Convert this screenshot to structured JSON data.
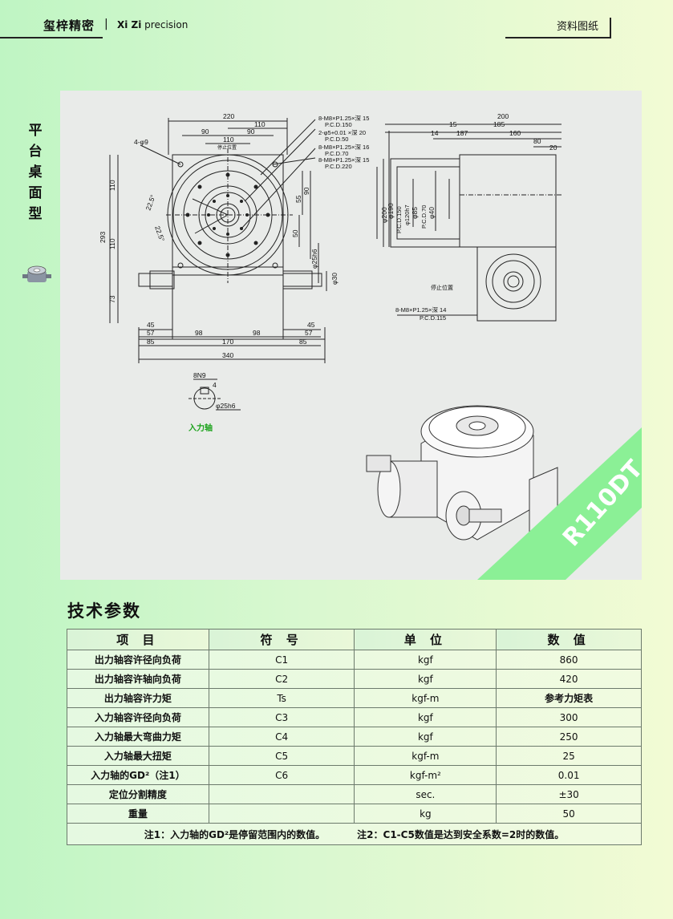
{
  "header": {
    "brand_cn": "玺梓精密",
    "brand_en_a": "Xi Zi",
    "brand_en_b": " precision",
    "doc_type": "资料图纸"
  },
  "sidebar": {
    "title": "平台桌面型"
  },
  "drawing": {
    "model": "R110DT",
    "labels": {
      "stop_position": "停止位置",
      "input_shaft": "入力轴",
      "key": "8N9",
      "pcd150": "8-M8×P1.25×深 15",
      "pcd150b": "P.C.D.150",
      "pcd50": "2-φ5+0.01 ×深 20",
      "pcd50b": "P.C.D.50",
      "pcd70": "8-M8×P1.25×深 16",
      "pcd70b": "P.C.D.70",
      "pcd220": "8-M8×P1.25×深 15",
      "pcd220b": "P.C.D.220",
      "pcd115": "8-M8×P1.25×深 14",
      "pcd115b": "P.C.D.115",
      "holes": "4-φ9"
    },
    "dims": {
      "d220": "220",
      "d110t": "110",
      "d90a": "90",
      "d90b": "90",
      "d110i": "110",
      "d110l": "110",
      "d110l2": "110",
      "d293": "293",
      "d73": "73",
      "ang1": "22.5°",
      "ang2": "22.5°",
      "d55": "55",
      "d90r": "90",
      "d50": "50",
      "d25h6": "φ25h6",
      "d30": "φ30",
      "d45a": "45",
      "d57a": "57",
      "d85a": "85",
      "d98a": "98",
      "d170": "170",
      "d98b": "98",
      "d45b": "45",
      "d57b": "57",
      "d85b": "85",
      "d340": "340",
      "d200": "200",
      "d15": "15",
      "d185": "185",
      "d14": "14",
      "d187": "187",
      "d160": "160",
      "d80": "80",
      "d20": "20",
      "p200": "φ200",
      "p190": "φ190",
      "p150": "P.C.D.150",
      "p120": "φ120h7",
      "p85": "φ85",
      "p70": "P.C.D.70",
      "p40": "φ40",
      "kw4": "4",
      "shaft": "φ25h6"
    }
  },
  "specs": {
    "section_title": "技术参数",
    "headers": [
      "项 目",
      "符 号",
      "单 位",
      "数 值"
    ],
    "rows": [
      [
        "出力轴容许径向负荷",
        "C1",
        "kgf",
        "860"
      ],
      [
        "出力轴容许轴向负荷",
        "C2",
        "kgf",
        "420"
      ],
      [
        "出力轴容许力矩",
        "Ts",
        "kgf-m",
        "参考力矩表"
      ],
      [
        "入力轴容许径向负荷",
        "C3",
        "kgf",
        "300"
      ],
      [
        "入力轴最大弯曲力矩",
        "C4",
        "kgf",
        "250"
      ],
      [
        "入力轴最大扭矩",
        "C5",
        "kgf-m",
        "25"
      ],
      [
        "入力轴的GD²（注1）",
        "C6",
        "kgf-m²",
        "0.01"
      ],
      [
        "定位分割精度",
        "",
        "sec.",
        "±30"
      ],
      [
        "重量",
        "",
        "kg",
        "50"
      ]
    ],
    "note1": "注1：入力轴的GD²是停留范围内的数值。",
    "note2": "注2：C1-C5数值是达到安全系数=2时的数值。"
  },
  "colors": {
    "accent_green": "#7ef08a",
    "line": "#222222"
  }
}
